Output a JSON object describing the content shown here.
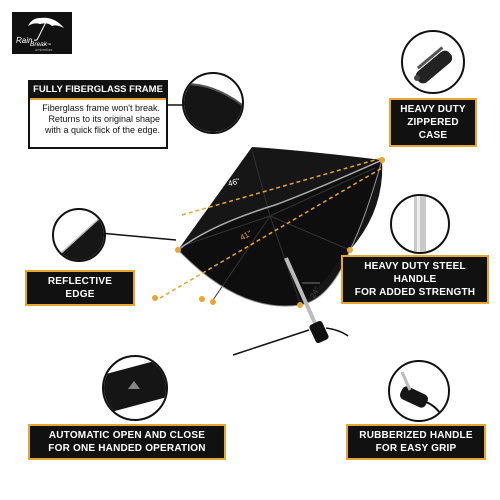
{
  "brand": {
    "name_part1": "Rain",
    "name_part2": "Break",
    "trademark": "™",
    "tagline": "umbrellas"
  },
  "callouts": {
    "fiberglass_frame": {
      "title": "FULLY FIBERGLASS FRAME",
      "description": "Fiberglass frame won't break. Returns to its original shape with a quick flick of the edge."
    },
    "zippered_case": {
      "line1": "HEAVY DUTY",
      "line2": "ZIPPERED CASE"
    },
    "reflective_edge": {
      "line1": "REFLECTIVE EDGE"
    },
    "steel_handle": {
      "line1": "HEAVY DUTY STEEL HANDLE",
      "line2": "FOR ADDED STRENGTH"
    },
    "auto_open": {
      "line1": "AUTOMATIC OPEN AND CLOSE",
      "line2": "FOR ONE HANDED OPERATION"
    },
    "rubberized_handle": {
      "line1": "RUBBERIZED HANDLE",
      "line2": "FOR EASY GRIP"
    }
  },
  "dimensions": {
    "outer": "46\"",
    "inner": "41\"",
    "shaft": "24\""
  },
  "colors": {
    "accent": "#e7a534",
    "dark": "#111111",
    "canopy": "#161616"
  }
}
